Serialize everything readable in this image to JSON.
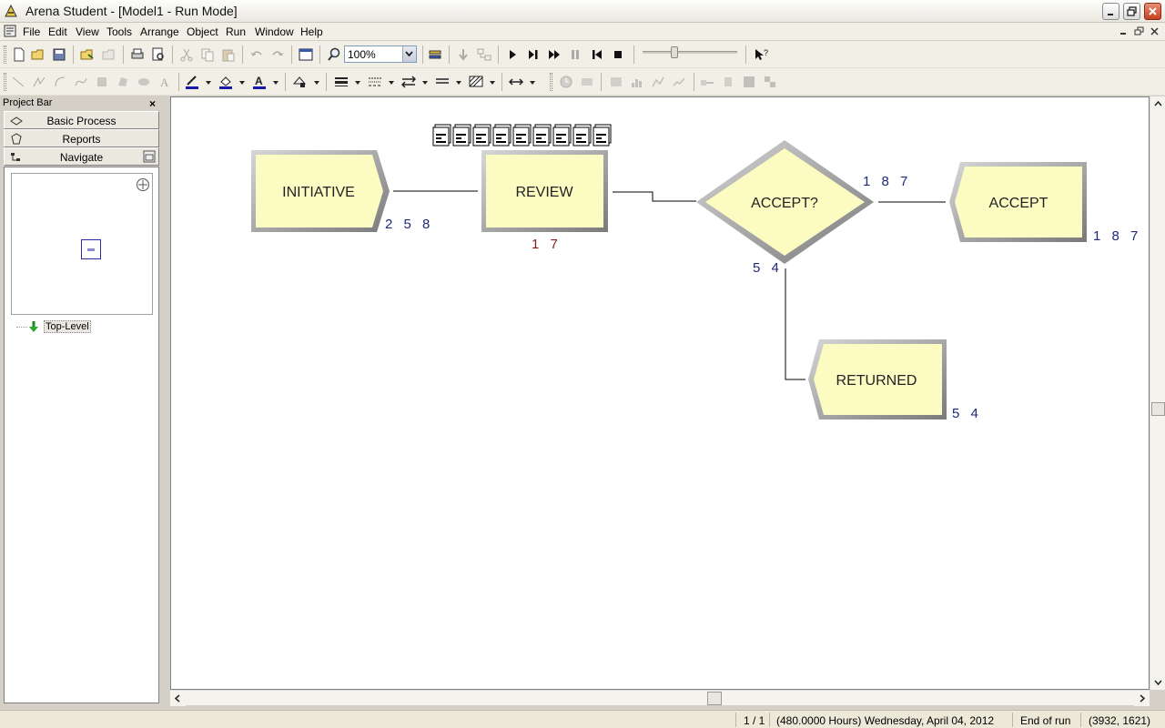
{
  "window": {
    "title": "Arena Student - [Model1 - Run Mode]"
  },
  "menu": {
    "items": [
      "File",
      "Edit",
      "View",
      "Tools",
      "Arrange",
      "Object",
      "Run",
      "Window",
      "Help"
    ]
  },
  "toolbar": {
    "zoom_value": "100%"
  },
  "project_bar": {
    "title": "Project Bar",
    "panels": [
      "Basic Process",
      "Reports",
      "Navigate"
    ],
    "tree_item": "Top-Level"
  },
  "model": {
    "modules": {
      "create": {
        "label": "INITIATIVE",
        "count": "2 5 8"
      },
      "process": {
        "label": "REVIEW",
        "count": "1 7"
      },
      "decide": {
        "label": "ACCEPT?",
        "true_count": "1 8 7",
        "false_count": "5 4"
      },
      "dispose_accept": {
        "label": "ACCEPT",
        "count": "1 8 7"
      },
      "dispose_returned": {
        "label": "RETURNED",
        "count": "5 4"
      }
    },
    "queue_entities": 9
  },
  "status": {
    "replication": "1 / 1",
    "time": "(480.0000 Hours) Wednesday, April 04, 2012",
    "state": "End of run",
    "coords": "(3932, 1621)"
  }
}
